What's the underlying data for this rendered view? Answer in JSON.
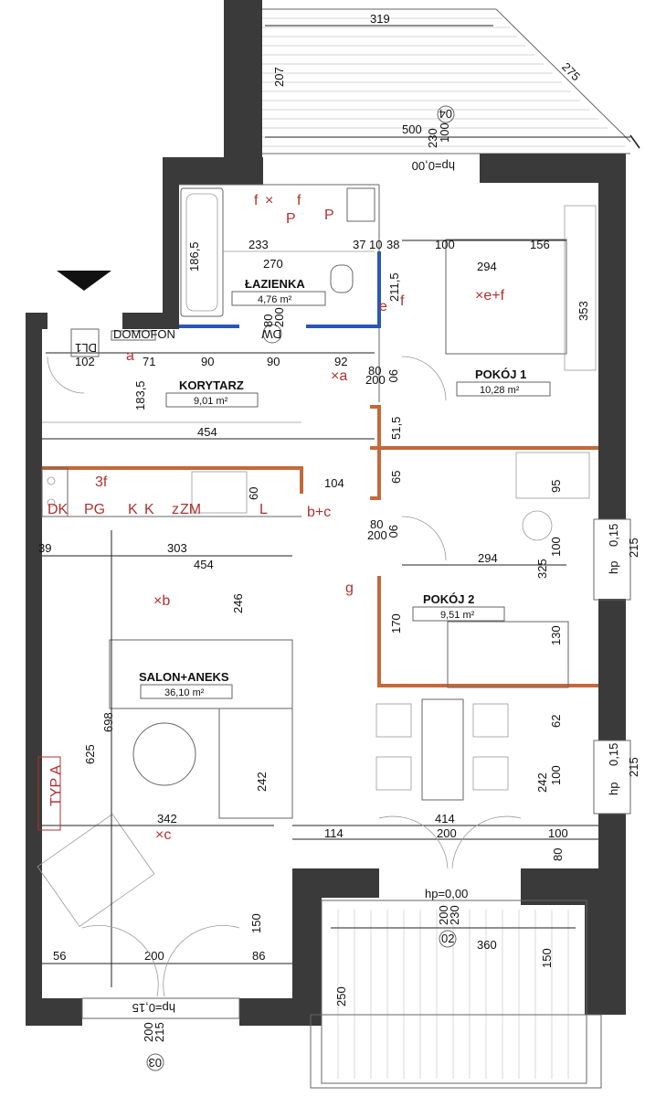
{
  "rooms": {
    "lazienka": {
      "name": "ŁAZIENKA",
      "area": "4,76 m²"
    },
    "korytarz": {
      "name": "KORYTARZ",
      "area": "9,01 m²"
    },
    "pokoj1": {
      "name": "POKÓJ 1",
      "area": "10,28 m²"
    },
    "pokoj2": {
      "name": "POKÓJ 2",
      "area": "9,51 m²"
    },
    "salon": {
      "name": "SALON+ANEKS",
      "area": "36,10 m²"
    }
  },
  "dimensions": {
    "balcony_top_width": "319",
    "balcony_top_diag": "275",
    "balcony_top_depth": "207",
    "balcony_top_length": "500",
    "d_100_top": "100",
    "d_230_top": "230",
    "hp_top": "hp=0,00",
    "d_186_5": "186,5",
    "d_233": "233",
    "d_270": "270",
    "d_37": "37",
    "d_10": "10",
    "d_38": "38",
    "d_100_p1": "100",
    "d_156": "156",
    "d_294_p1": "294",
    "d_211_5": "211,5",
    "d_353": "353",
    "d_80_200_dw": "80",
    "d_200_dw": "200",
    "d_102": "102",
    "d_71": "71",
    "d_90_a": "90",
    "d_90_b": "90",
    "d_92": "92",
    "d_80_door1": "80",
    "d_200_door1": "200",
    "d_90_door1": "90",
    "d_183_5": "183,5",
    "d_51_5": "51,5",
    "d_454_a": "454",
    "d_65": "65",
    "d_95": "95",
    "d_104": "104",
    "d_60": "60",
    "d_80_door2": "80",
    "d_200_door2": "200",
    "d_90_door2": "90",
    "d_39": "39",
    "d_303": "303",
    "d_454_b": "454",
    "d_294_p2": "294",
    "d_325": "325",
    "d_100_p2": "100",
    "d_170": "170",
    "d_130": "130",
    "d_246": "246",
    "d_698": "698",
    "d_625": "625",
    "d_62": "62",
    "d_242_right": "242",
    "d_100_right": "100",
    "d_242_mid": "242",
    "d_342": "342",
    "d_414": "414",
    "d_114": "114",
    "d_200_mid": "200",
    "d_100_bot": "100",
    "d_80_bot": "80",
    "d_150_left": "150",
    "d_56": "56",
    "d_200_left": "200",
    "d_86": "86",
    "d_250": "250",
    "d_360": "360",
    "d_150_right": "150",
    "d_200_b2": "200",
    "d_230_b2": "230",
    "hp_bal2": "hp=0,00",
    "hp_bal3": "hp=0,15",
    "d_200_b3": "200",
    "d_215_b3": "215",
    "window_right_1a": "0,15",
    "window_right_1b": "215",
    "window_right_2a": "0,15",
    "window_right_2b": "215",
    "hp_right_1": "hp",
    "hp_right_2": "hp"
  },
  "labels": {
    "balcony_04": "04",
    "balcony_02": "02",
    "balcony_03": "03",
    "dl1": "DL1",
    "dw": "DW",
    "typ_a": "TYP A",
    "dk": "DK",
    "pg": "PG",
    "k1": "K",
    "k2": "K",
    "zm": "ZM",
    "l": "L",
    "zz": "z",
    "vent_tag": "DOMOFON"
  },
  "electric": {
    "e_f_p1": "×e+f",
    "e_f_door": "e",
    "f_door": "f",
    "a_dl": "a",
    "a_kor": "×a",
    "b_c": "b+c",
    "g": "g",
    "f_kitchen": "3f",
    "xb": "×b",
    "xc": "×c",
    "p_bath1": "P",
    "p_bath2": "P",
    "f_bath": "f",
    "x_bath": "×",
    "f_bath2": "f"
  },
  "colors": {
    "wall": "#3a3a3a",
    "accent_red": "#b0312f",
    "orange_wall": "#c5683a",
    "blue_wall": "#2a56b8"
  }
}
